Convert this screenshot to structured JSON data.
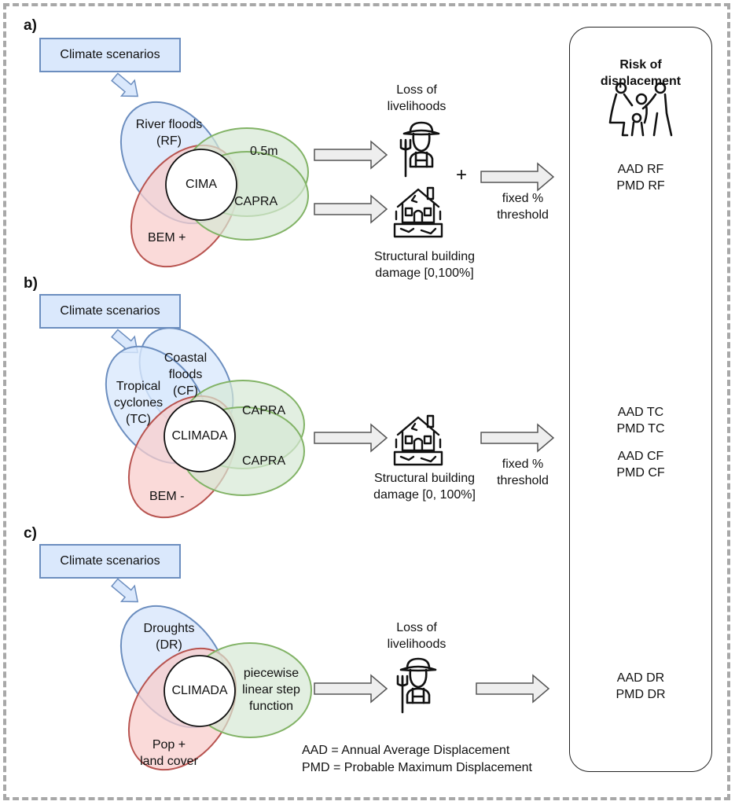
{
  "panels": [
    {
      "letter": "a)",
      "scenario_label": "Climate scenarios",
      "hazard_label": "River floods\n(RF)",
      "hazard_line1": "River floods",
      "hazard_line2": "(RF)",
      "core_model": "CIMA",
      "vulnerability_labels": [
        "0.5m",
        "CAPRA"
      ],
      "exposure_label": "BEM +",
      "impacts": [
        {
          "icon": "farmer-icon",
          "label_line1": "Loss of",
          "label_line2": "livelihoods"
        },
        {
          "icon": "damaged-house-icon",
          "label_line1": "Structural building",
          "label_line2": "damage [0,100%]"
        }
      ],
      "combine_symbol": "+",
      "threshold_line1": "fixed %",
      "threshold_line2": "threshold",
      "outputs": [
        "AAD RF",
        "PMD RF"
      ]
    },
    {
      "letter": "b)",
      "scenario_label": "Climate scenarios",
      "hazard_tc": [
        "Tropical",
        "cyclones",
        "(TC)"
      ],
      "hazard_cf": [
        "Coastal",
        "floods",
        "(CF)"
      ],
      "core_model": "CLIMADA",
      "vulnerability_labels": [
        "CAPRA",
        "CAPRA"
      ],
      "exposure_label": "BEM -",
      "impacts": [
        {
          "icon": "damaged-house-icon",
          "label_line1": "Structural building",
          "label_line2": "damage [0, 100%]"
        }
      ],
      "threshold_line1": "fixed %",
      "threshold_line2": "threshold",
      "outputs_tc": [
        "AAD TC",
        "PMD TC"
      ],
      "outputs_cf": [
        "AAD CF",
        "PMD CF"
      ]
    },
    {
      "letter": "c)",
      "scenario_label": "Climate scenarios",
      "hazard_line1": "Droughts",
      "hazard_line2": "(DR)",
      "core_model": "CLIMADA",
      "vulnerability_lines": [
        "piecewise",
        "linear step",
        "function"
      ],
      "exposure_lines": [
        "Pop +",
        "land cover"
      ],
      "impacts": [
        {
          "icon": "farmer-icon",
          "label_line1": "Loss of",
          "label_line2": "livelihoods"
        }
      ],
      "outputs": [
        "AAD DR",
        "PMD DR"
      ]
    }
  ],
  "risk_box": {
    "title_line1": "Risk of",
    "title_line2": "displacement",
    "icon": "displaced-family-icon"
  },
  "legend": {
    "aad": "AAD = Annual Average Displacement",
    "pmd": "PMD = Probable Maximum Displacement"
  },
  "colors": {
    "hazard_fill": "#dae8fc",
    "hazard_stroke": "#6c8ebf",
    "vulnerability_fill": "#d5e8d4",
    "vulnerability_stroke": "#82b366",
    "exposure_fill": "#f8cecc",
    "exposure_stroke": "#b85450",
    "arrow_fill": "#eeeeee",
    "frame_dash": "#a8a8a8"
  }
}
